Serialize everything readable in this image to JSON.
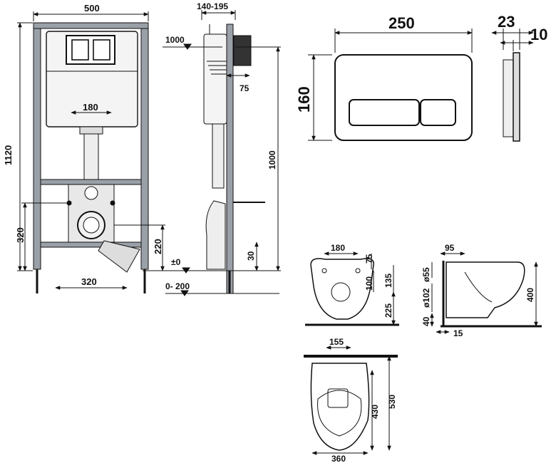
{
  "frame_front": {
    "width": "500",
    "height": "1120",
    "inner_width": "180",
    "drain_height": "320",
    "drain_offset": "220",
    "foot_spacing": "320"
  },
  "frame_side": {
    "depth": "140-195",
    "level_mark": "1000",
    "pipe_depth": "75",
    "overall_height": "1000",
    "floor_offset": "30",
    "zero_level": "±0",
    "foot_range": "0- 200"
  },
  "flush_plate": {
    "width": "250",
    "height": "160",
    "depth": "23",
    "plate_thickness": "10"
  },
  "bowl_front": {
    "hole_spacing": "180",
    "top_height": "75",
    "mid_height": "100",
    "outlet_height": "135",
    "floor_height": "225"
  },
  "bowl_side": {
    "inlet_depth": "95",
    "inlet_diameter": "ø55",
    "outlet_diameter": "ø102",
    "bottom_height": "40",
    "foot_depth": "15",
    "rim_height": "400"
  },
  "bowl_top": {
    "hole_spacing": "155",
    "width": "360",
    "inner_length": "430",
    "length": "530"
  }
}
